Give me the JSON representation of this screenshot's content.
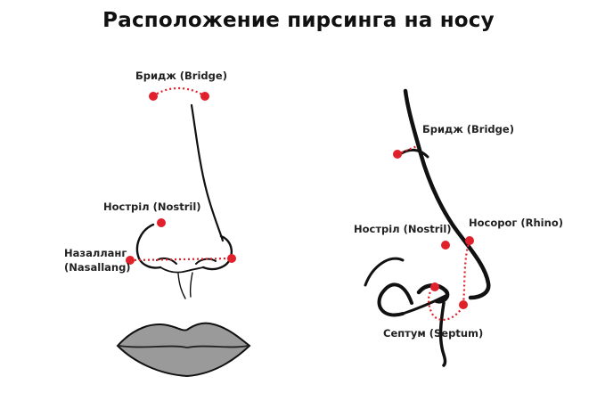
{
  "title": "Расположение пирсинга на носу",
  "front_view": {
    "bridge_label": "Бридж (Bridge)",
    "nostril_label": "Ностріл (Nostril)",
    "nasallang_label_line1": "Назалланг",
    "nasallang_label_line2": "(Nasallang)"
  },
  "side_view": {
    "bridge_label": "Бридж (Bridge)",
    "nostril_label": "Ностріл (Nostril)",
    "rhino_label": "Носорог (Rhino)",
    "septum_label": "Септум (Septum)"
  },
  "colors": {
    "piercing_dot": "#e0202a",
    "line_art": "#111111",
    "lips_fill": "#9a9a9a"
  }
}
